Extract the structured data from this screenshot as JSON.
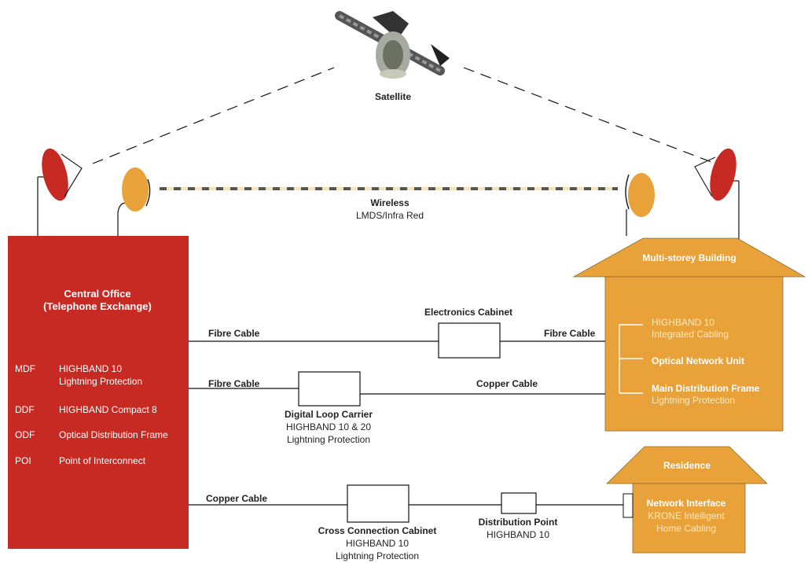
{
  "colors": {
    "red": "#c62a23",
    "orange": "#e9a23a",
    "line": "#111111"
  },
  "satellite": {
    "label": "Satellite",
    "icon": "satellite-icon"
  },
  "wireless": {
    "title": "Wireless",
    "subtitle": "LMDS/Infra Red"
  },
  "central_office": {
    "title_line1": "Central Office",
    "title_line2": "(Telephone Exchange)",
    "rows": [
      {
        "code": "MDF",
        "text1": "HIGHBAND 10",
        "text2": "Lightning Protection"
      },
      {
        "code": "DDF",
        "text1": "HIGHBAND Compact 8"
      },
      {
        "code": "ODF",
        "text1": "Optical Distribution Frame"
      },
      {
        "code": "POI",
        "text1": "Point of Interconnect"
      }
    ]
  },
  "building": {
    "title": "Multi-storey Building",
    "items": [
      {
        "line1": "HIGHBAND 10",
        "line2": "Integrated Cabling"
      },
      {
        "line1": "Optical Network Unit"
      },
      {
        "line1": "Main Distribution Frame",
        "line2": "Lightning Protection"
      }
    ]
  },
  "residence": {
    "title": "Residence",
    "line1": "Network Interface",
    "line2": "KRONE Intelligent",
    "line3": "Home Cabling"
  },
  "links": {
    "top_left": "Fibre Cable",
    "top_right": "Fibre Cable",
    "mid_left": "Fibre Cable",
    "mid_right": "Copper Cable",
    "bottom_left": "Copper Cable"
  },
  "cabinets": {
    "electronics": {
      "title": "Electronics Cabinet"
    },
    "dlc": {
      "title": "Digital Loop Carrier",
      "line1": "HIGHBAND 10 & 20",
      "line2": "Lightning Protection"
    },
    "cross": {
      "title": "Cross Connection Cabinet",
      "line1": "HIGHBAND 10",
      "line2": "Lightning Protection"
    },
    "dist": {
      "title": "Distribution Point",
      "line1": "HIGHBAND 10"
    }
  }
}
